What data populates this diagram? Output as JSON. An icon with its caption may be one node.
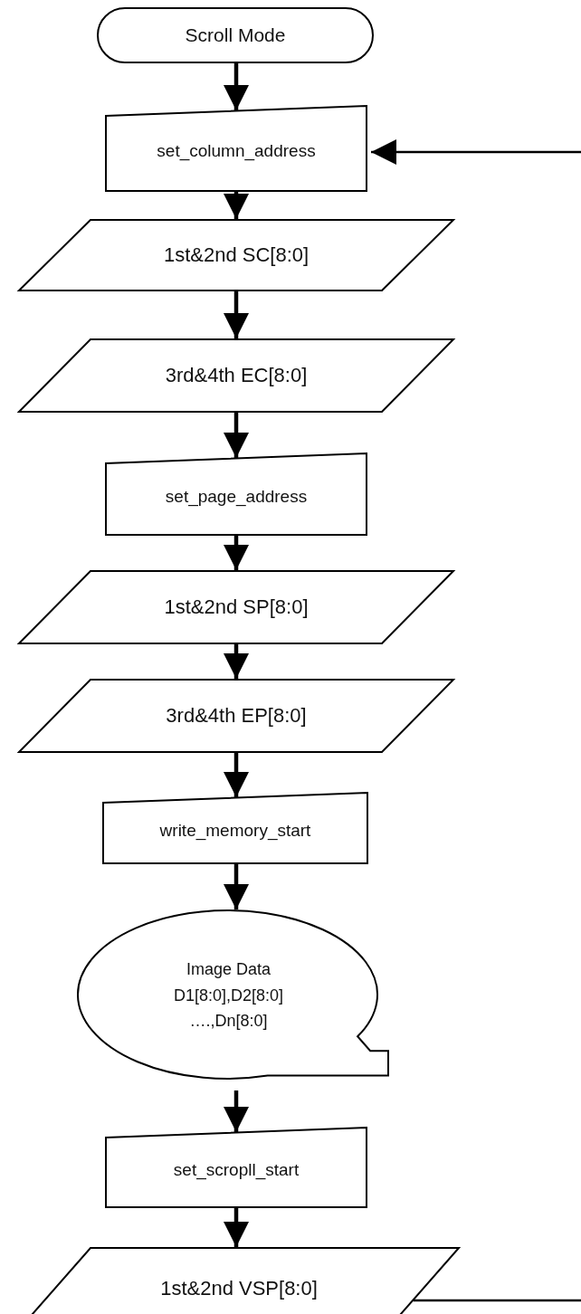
{
  "diagram": {
    "nodes": [
      {
        "text": [
          "Scroll Mode"
        ]
      },
      {
        "text": [
          "set_column_address"
        ]
      },
      {
        "text": [
          "1st&2nd SC[8:0]"
        ]
      },
      {
        "text": [
          "3rd&4th EC[8:0]"
        ]
      },
      {
        "text": [
          "set_page_address"
        ]
      },
      {
        "text": [
          "1st&2nd SP[8:0]"
        ]
      },
      {
        "text": [
          "3rd&4th EP[8:0]"
        ]
      },
      {
        "text": [
          "write_memory_start"
        ]
      },
      {
        "text": [
          "Image Data D1[8:0],D2[8:0] ….,Dn[8:0]"
        ]
      },
      {
        "text": [
          "set_scropll_start"
        ]
      },
      {
        "text": [
          "1st&2nd VSP[8:0]"
        ]
      }
    ],
    "edges": [
      {
        "from": 0,
        "to": 1,
        "arrow": "to"
      },
      {
        "from": 1,
        "to": 2,
        "arrow": "to"
      },
      {
        "from": 2,
        "to": 3,
        "arrow": "to"
      },
      {
        "from": 3,
        "to": 4,
        "arrow": "to"
      },
      {
        "from": 4,
        "to": 5,
        "arrow": "to"
      },
      {
        "from": 5,
        "to": 6,
        "arrow": "to"
      },
      {
        "from": 6,
        "to": 7,
        "arrow": "to"
      },
      {
        "from": 7,
        "to": 8,
        "arrow": "to"
      },
      {
        "from": 8,
        "to": 9,
        "arrow": "to"
      },
      {
        "from": 9,
        "to": 10,
        "arrow": "to"
      },
      {
        "from": 10,
        "to": null,
        "arrow": "none"
      },
      {
        "from": null,
        "to": 1,
        "arrow": "to"
      }
    ]
  }
}
